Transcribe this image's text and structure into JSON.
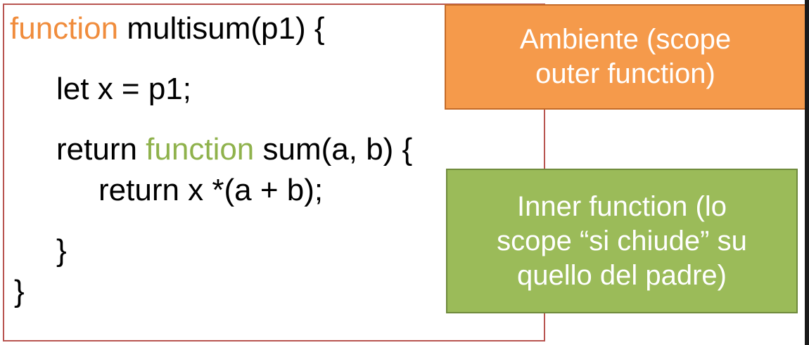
{
  "code": {
    "line1": {
      "keyword": "function",
      "rest": " multisum(p1) {"
    },
    "line2": {
      "text": "let x = p1;"
    },
    "line3": {
      "prefix": "return ",
      "keyword": "function",
      "rest": " sum(a, b) {"
    },
    "line4": {
      "text": "return x *(a + b);"
    },
    "line5": {
      "text": "}"
    },
    "line6": {
      "text": "}"
    }
  },
  "notes": {
    "outer": {
      "line1": "Ambiente (scope",
      "line2": "outer function)"
    },
    "inner": {
      "line1": "Inner function (lo",
      "line2": "scope “si chiude” su",
      "line3": "quello del padre)"
    }
  },
  "colors": {
    "code_border": "#b85450",
    "keyword_outer": "#f08c3c",
    "keyword_inner": "#8fb24c",
    "note_outer_bg": "#f59a4b",
    "note_inner_bg": "#9bbb59"
  }
}
